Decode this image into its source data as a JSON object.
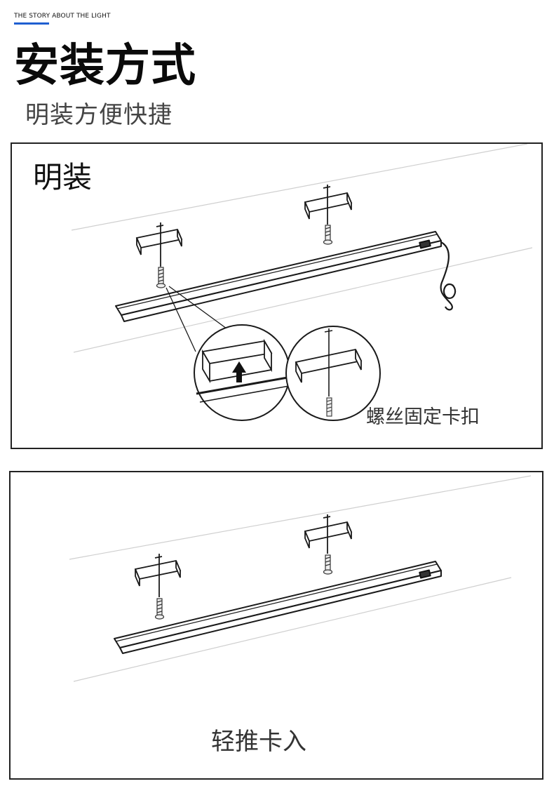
{
  "header": {
    "tagline": "THE STORY ABOUT THE LIGHT",
    "title": "安装方式",
    "subtitle": "明装方便快捷"
  },
  "panel_surface": {
    "heading": "明装",
    "caption": "螺丝固定卡扣"
  },
  "panel_push": {
    "caption": "轻推卡入"
  },
  "colors": {
    "accent": "#1f5fd1",
    "line": "#222222",
    "guide": "#cfcfcf"
  }
}
